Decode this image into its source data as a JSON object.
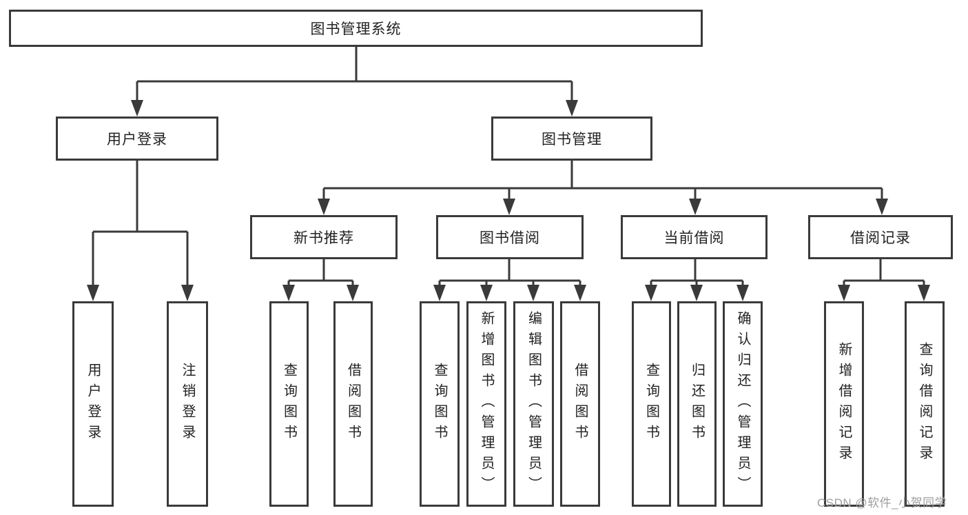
{
  "tree": {
    "label": "图书管理系统",
    "children": [
      {
        "label": "用户登录",
        "children": [
          {
            "label": "用户登录"
          },
          {
            "label": "注销登录"
          }
        ]
      },
      {
        "label": "图书管理",
        "children": [
          {
            "label": "新书推荐",
            "children": [
              {
                "label": "查询图书"
              },
              {
                "label": "借阅图书"
              }
            ]
          },
          {
            "label": "图书借阅",
            "children": [
              {
                "label": "查询图书"
              },
              {
                "label": "新增图书（管理员）"
              },
              {
                "label": "编辑图书（管理员）"
              },
              {
                "label": "借阅图书"
              }
            ]
          },
          {
            "label": "当前借阅",
            "children": [
              {
                "label": "查询图书"
              },
              {
                "label": "归还图书"
              },
              {
                "label": "确认归还（管理员）"
              }
            ]
          },
          {
            "label": "借阅记录",
            "children": [
              {
                "label": "新增借阅记录"
              },
              {
                "label": "查询借阅记录"
              }
            ]
          }
        ]
      }
    ]
  },
  "watermark": {
    "text": "CSDN @软件_小贺同学"
  },
  "colors": {
    "line": "#3a3a3a",
    "text": "#222222",
    "background": "#ffffff",
    "watermark": "#9e9e9e"
  }
}
